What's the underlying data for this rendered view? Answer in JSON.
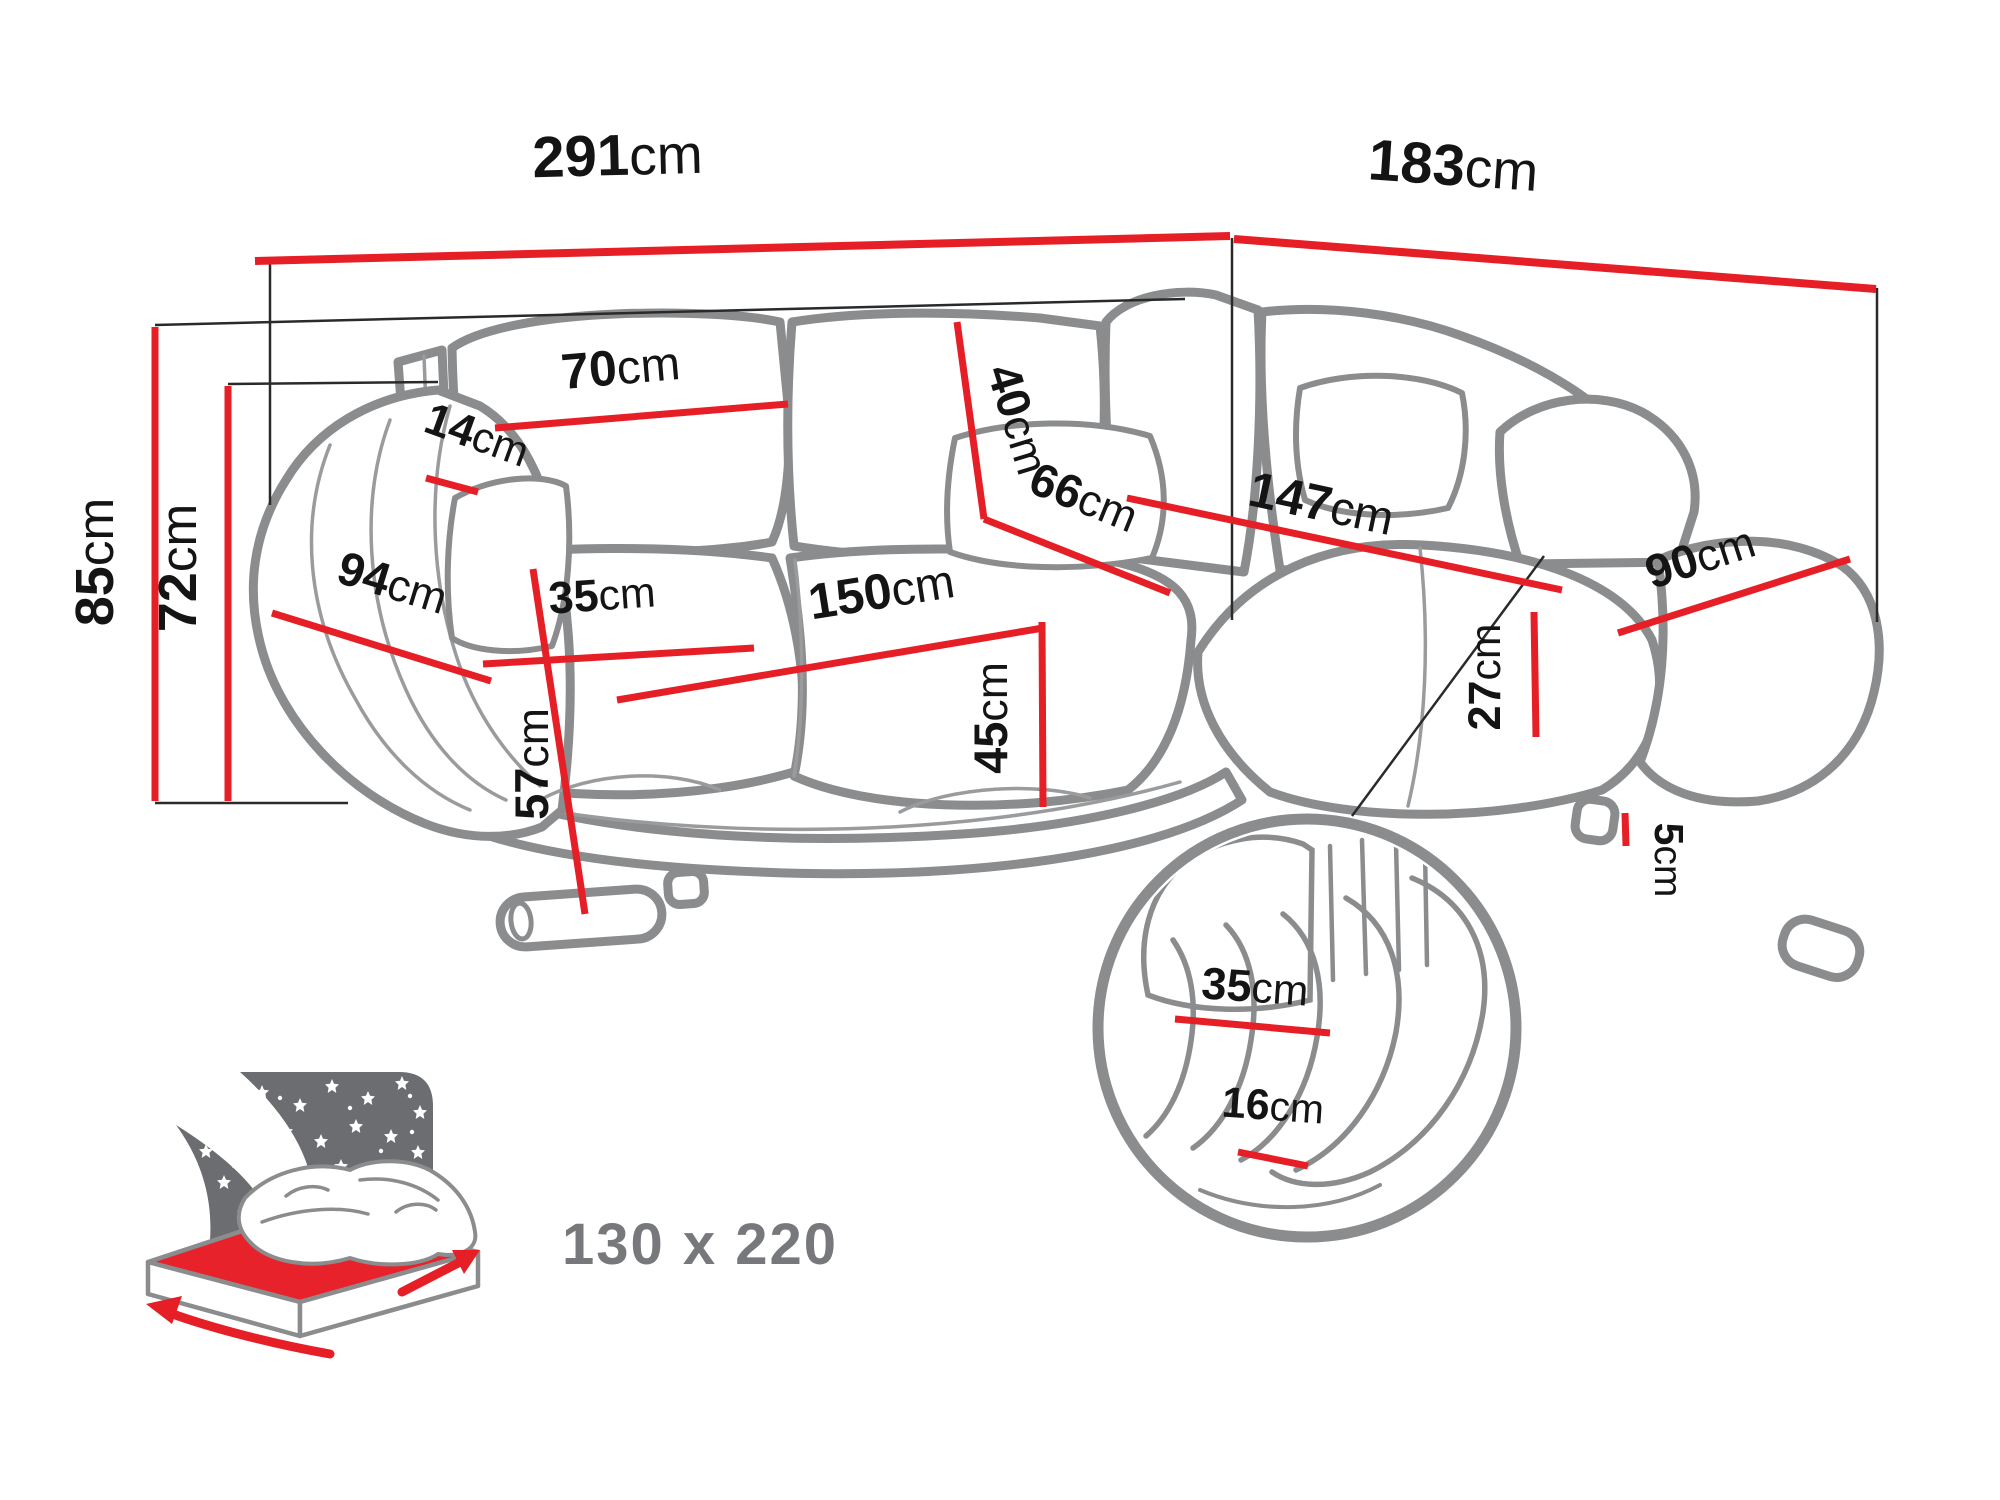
{
  "colors": {
    "measure_red": "#e61e26",
    "outline_gray": "#8b8c8e",
    "backdrop_gray": "#6c6d70",
    "label_gray": "#77787b",
    "text_black": "#141414"
  },
  "measurements": {
    "m291": {
      "value": "291",
      "unit": "cm"
    },
    "m183": {
      "value": "183",
      "unit": "cm"
    },
    "m85": {
      "value": "85",
      "unit": "cm"
    },
    "m72": {
      "value": "72",
      "unit": "cm"
    },
    "m70": {
      "value": "70",
      "unit": "cm"
    },
    "m14": {
      "value": "14",
      "unit": "cm"
    },
    "m40": {
      "value": "40",
      "unit": "cm"
    },
    "m66": {
      "value": "66",
      "unit": "cm"
    },
    "m147": {
      "value": "147",
      "unit": "cm"
    },
    "m90": {
      "value": "90",
      "unit": "cm"
    },
    "m94": {
      "value": "94",
      "unit": "cm"
    },
    "m35": {
      "value": "35",
      "unit": "cm"
    },
    "m57": {
      "value": "57",
      "unit": "cm"
    },
    "m150": {
      "value": "150",
      "unit": "cm"
    },
    "m45": {
      "value": "45",
      "unit": "cm"
    },
    "m27": {
      "value": "27",
      "unit": "cm"
    },
    "m5": {
      "value": "5",
      "unit": "cm"
    },
    "d35": {
      "value": "35",
      "unit": "cm"
    },
    "d16": {
      "value": "16",
      "unit": "cm"
    }
  },
  "sleeping_area": {
    "size": "130 x 220"
  }
}
